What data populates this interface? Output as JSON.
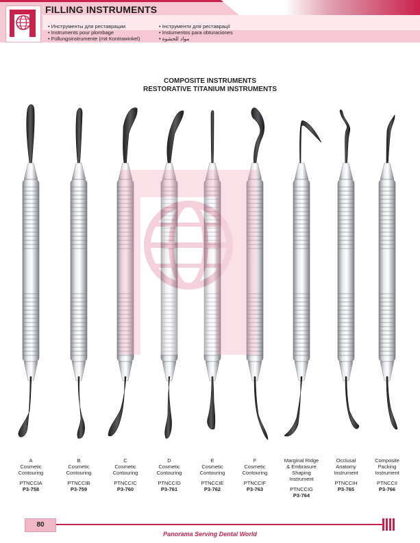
{
  "header": {
    "title": "FILLING INSTRUMENTS",
    "languages_left": [
      "Инструменты для реставрации",
      "Instruments pour plombage",
      "Füllungsinstrumente (mit Kontrawinkel)"
    ],
    "languages_right": [
      "Інструменти для реставрації",
      "Instumentos para obturaciones",
      "مواد للحشوة"
    ],
    "accent_color": "#c9224c",
    "band_color": "#f6c8d3"
  },
  "section": {
    "title_line1": "COMPOSITE INSTRUMENTS",
    "title_line2": "RESTORATIVE TITANIUM INSTRUMENTS"
  },
  "instruments": [
    {
      "letter": "A",
      "desc1": "Cosmetic",
      "desc2": "Contouring",
      "desc3": "",
      "desc4": "",
      "code": "PTNCCIA",
      "cat": "P3-758"
    },
    {
      "letter": "B",
      "desc1": "Cosmetic",
      "desc2": "Contouring",
      "desc3": "",
      "desc4": "",
      "code": "PTNCCIB",
      "cat": "P3-759"
    },
    {
      "letter": "C",
      "desc1": "Cosmetic",
      "desc2": "Contouring",
      "desc3": "",
      "desc4": "",
      "code": "PTNCCIC",
      "cat": "P3-760"
    },
    {
      "letter": "D",
      "desc1": "Cosmetic",
      "desc2": "Contouring",
      "desc3": "",
      "desc4": "",
      "code": "PTNCCID",
      "cat": "P3-761"
    },
    {
      "letter": "E",
      "desc1": "Cosmetic",
      "desc2": "Contouring",
      "desc3": "",
      "desc4": "",
      "code": "PTNCCIE",
      "cat": "P3-762"
    },
    {
      "letter": "F",
      "desc1": "Cosmetic",
      "desc2": "Contouring",
      "desc3": "",
      "desc4": "",
      "code": "PTNCCIF",
      "cat": "P3-763"
    },
    {
      "letter": "",
      "desc1": "Marginal Ridge",
      "desc2": "& Embrasure",
      "desc3": "Shaping",
      "desc4": "Instrument",
      "code": "PTNCCIG",
      "cat": "P3-764"
    },
    {
      "letter": "",
      "desc1": "Occlusal",
      "desc2": "Anatomy",
      "desc3": "Instrument",
      "desc4": "",
      "code": "PTNCCIH",
      "cat": "P3-765"
    },
    {
      "letter": "",
      "desc1": "Composite",
      "desc2": "Packing",
      "desc3": "Instrument",
      "desc4": "",
      "code": "PTNCCII",
      "cat": "P3-766"
    }
  ],
  "footer": {
    "page_number": "80",
    "tagline": "Panorama Serving Dental World"
  }
}
